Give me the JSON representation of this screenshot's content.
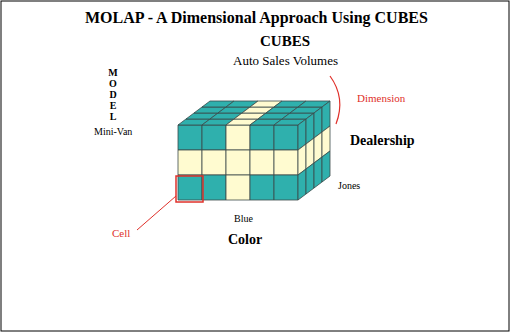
{
  "diagram": {
    "title": "MOLAP - A Dimensional Approach Using CUBES",
    "labels": [
      "CUBES",
      "Auto Sales Volumes",
      "MODEL",
      "Mini-Van",
      "Dimension",
      "Dealership",
      "Jones",
      "Cell",
      "Blue",
      "Color"
    ]
  }
}
